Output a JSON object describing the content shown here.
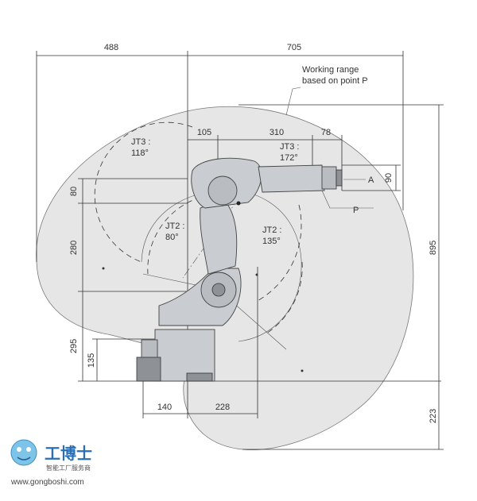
{
  "dimensions": {
    "top_left": "488",
    "top_right": "705",
    "offset_105": "105",
    "offset_310": "310",
    "offset_78": "78",
    "flange_90": "90",
    "v_80": "80",
    "v_280": "280",
    "v_295": "295",
    "v_135": "135",
    "v_895": "895",
    "v_223": "223",
    "bottom_140": "140",
    "bottom_228": "228"
  },
  "labels": {
    "working_range_line1": "Working range",
    "working_range_line2": "based on point P",
    "jt3_left_name": "JT3 :",
    "jt3_left_angle": "118°",
    "jt3_right_name": "JT3 :",
    "jt3_right_angle": "172°",
    "jt2_left_name": "JT2 :",
    "jt2_left_angle": "80°",
    "jt2_right_name": "JT2 :",
    "jt2_right_angle": "135°",
    "point_a": "A",
    "point_p": "P"
  },
  "watermark": {
    "brand": "工博士",
    "subtitle": "智能工厂服务商",
    "url": "www.gongboshi.com"
  },
  "colors": {
    "range_fill": "#e6e6e6",
    "robot_body": "#c9ccd0",
    "line": "#333333",
    "brand_blue": "#2a6fb3"
  }
}
